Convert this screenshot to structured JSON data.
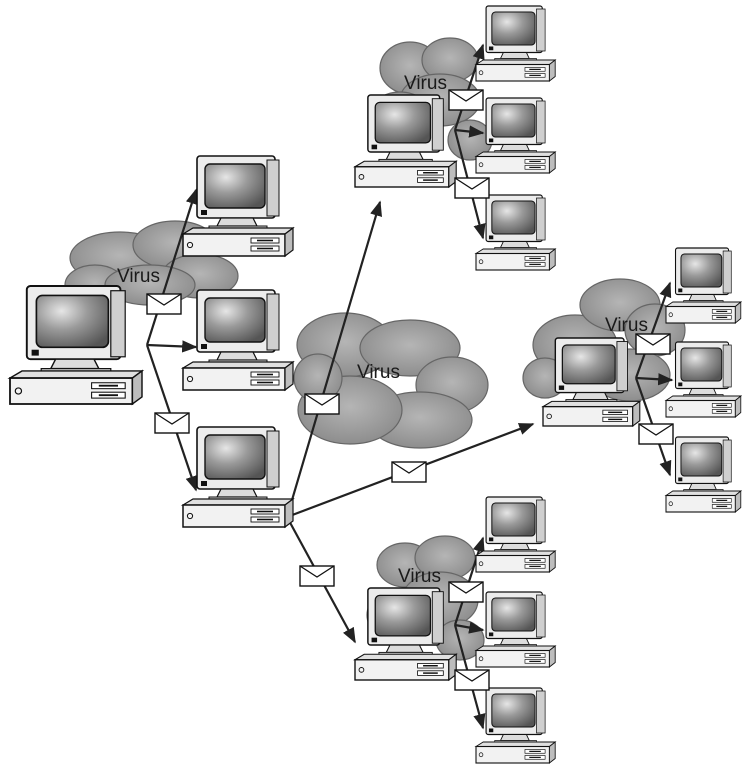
{
  "labels": {
    "cloud_left": "Virus",
    "cloud_center": "Virus",
    "cloud_top": "Virus",
    "cloud_right": "Virus",
    "cloud_bottom": "Virus"
  },
  "colors": {
    "cloud_fill": "#a9a9a9",
    "screen_fill": "#8f8f8f",
    "case_fill": "#f2f2f2",
    "outline": "#111111",
    "arrow": "#222222",
    "envelope_fill": "#ffffff"
  }
}
